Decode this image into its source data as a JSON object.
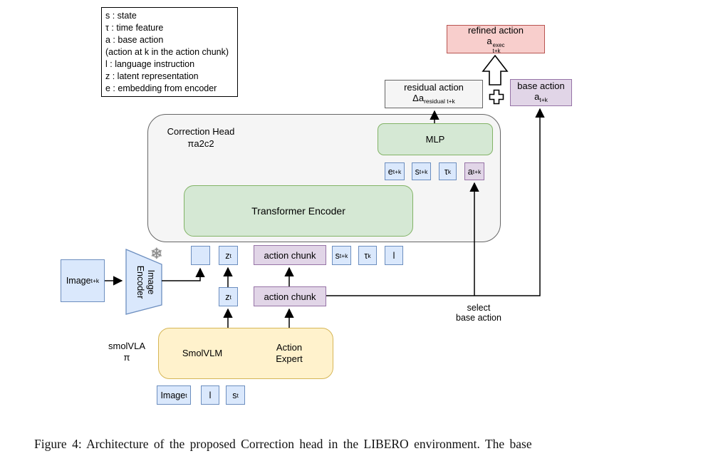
{
  "legend": {
    "lines": [
      "s : state",
      "τ : time feature",
      "a : base action",
      "(action at k in the action chunk)",
      "l : language instruction",
      "z : latent representation",
      "e : embedding from encoder"
    ]
  },
  "boxes": {
    "refined_action": {
      "title": "refined action",
      "sym_main": "a",
      "sym_sup": "exec",
      "sym_sub": "t+k"
    },
    "residual_action": {
      "title": "residual action",
      "sym_main": "Δa",
      "sym_sub": "residual t+k"
    },
    "base_action": {
      "title": "base action",
      "sym_main": "a",
      "sym_sub": "t+k"
    },
    "correction_head": {
      "title": "Correction Head",
      "subtitle": "πa2c2"
    },
    "mlp": {
      "label": "MLP"
    },
    "transformer_encoder": {
      "label": "Transformer Encoder"
    },
    "image_input": {
      "main": "Image",
      "sub": "t+k"
    },
    "image_encoder": {
      "label": "Image\nEncoder"
    },
    "smolvla": {
      "side_label": "smolVLA\nπ",
      "left_cell": "SmolVLM",
      "right_cell": "Action\nExpert"
    }
  },
  "tokens": {
    "e_tk": {
      "main": "e",
      "sub": "t+k"
    },
    "s_tk": {
      "main": "s",
      "sub": "t+k"
    },
    "tau_k": {
      "main": "τ",
      "sub": "k"
    },
    "a_tk": {
      "main": "a",
      "sub": "t+k"
    },
    "z_t": {
      "main": "z",
      "sub": "t"
    },
    "l": {
      "main": "l"
    },
    "action_chunk": {
      "label": "action chunk"
    },
    "image_t": {
      "main": "Image",
      "sub": "t"
    },
    "s_t": {
      "main": "s",
      "sub": "t"
    }
  },
  "icons": {
    "snowflake": "❄"
  },
  "annotations": {
    "select_base_action": "select\nbase action"
  },
  "figure": {
    "caption": "Figure 4: Architecture of the proposed Correction head in the LIBERO environment. The base"
  }
}
